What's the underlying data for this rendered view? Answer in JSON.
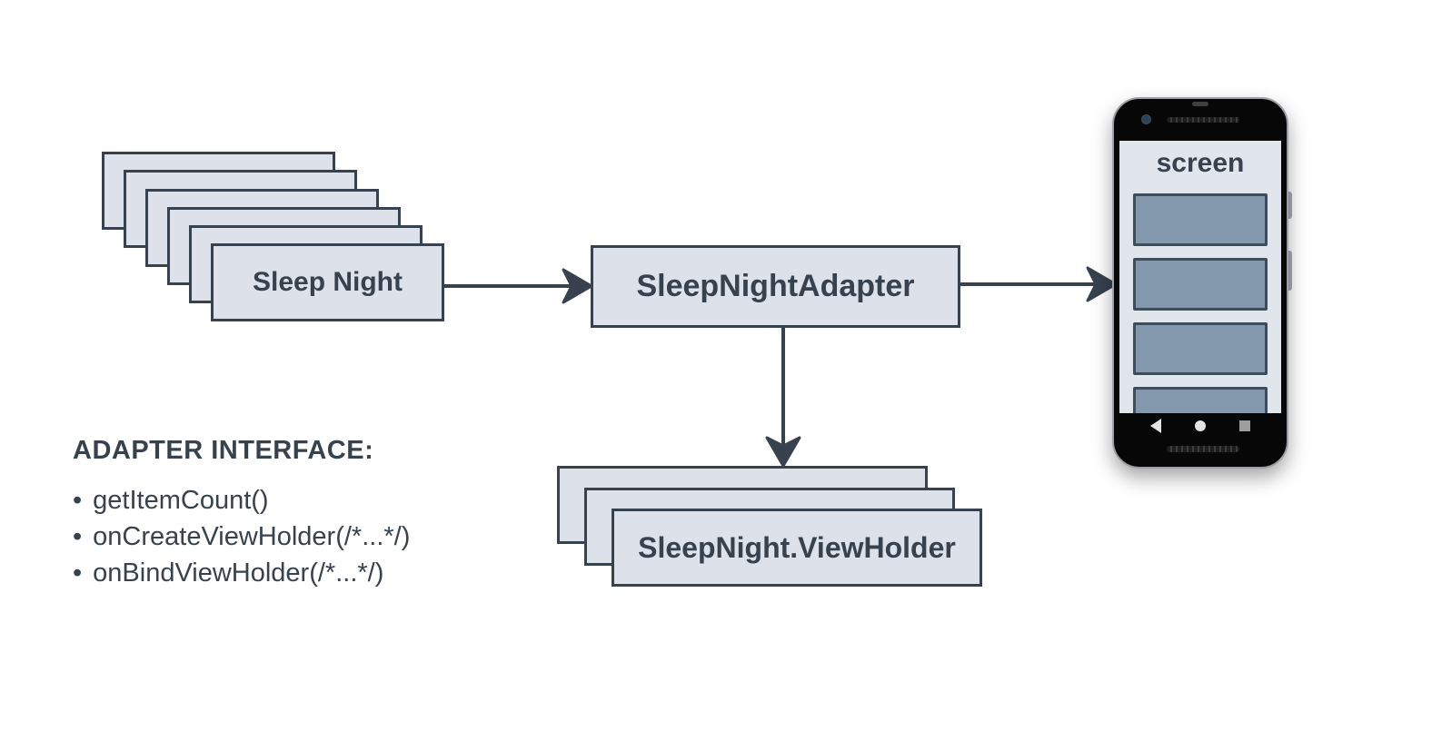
{
  "stacks": {
    "sleep_night": {
      "label": "Sleep Night",
      "card_count": 6
    },
    "view_holder": {
      "label": "SleepNight.ViewHolder",
      "card_count": 3
    }
  },
  "adapter_box": {
    "label": "SleepNightAdapter"
  },
  "phone": {
    "screen_label": "screen",
    "list_item_count": 4,
    "nav_icons": [
      "back-triangle",
      "home-circle",
      "recents-square"
    ]
  },
  "adapter_interface": {
    "title": "ADAPTER INTERFACE:",
    "bullet_char": "•",
    "items": [
      "getItemCount()",
      "onCreateViewHolder(/*...*/)",
      "onBindViewHolder(/*...*/)"
    ]
  },
  "colors": {
    "stroke": "#37424e",
    "card_fill": "#dde2ea",
    "screen_bg": "#e1e5ec",
    "list_item_fill": "#8398ac",
    "list_item_border": "#3e4d5c",
    "phone_body": "#070707",
    "phone_rim": "#9aa0a6"
  }
}
